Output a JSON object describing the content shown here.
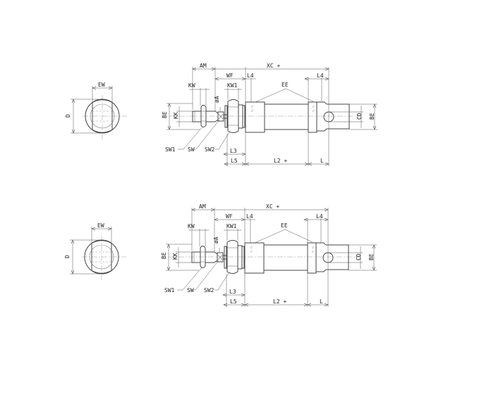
{
  "drawings": [
    {
      "id": "top",
      "end_view_labels": {
        "ew": "EW",
        "d": "D"
      },
      "side_view_labels": {
        "am": "AM",
        "xc": "XC +",
        "wf": "WF",
        "l4_front": "L4",
        "l4_rear": "L4",
        "kw": "KW",
        "kw1": "KW1",
        "ee": "EE",
        "phi_a": "øA",
        "be_left": "BE",
        "kk": "KK",
        "cd": "CD",
        "be_right": "BE",
        "sw1": "SW1",
        "sw": "SW",
        "sw2": "SW2",
        "l3": "L3",
        "l5": "L5",
        "l2": "L2 +",
        "l": "L"
      }
    },
    {
      "id": "bottom",
      "end_view_labels": {
        "ew": "EW",
        "d": "D"
      },
      "side_view_labels": {
        "am": "AM",
        "xc": "XC +",
        "wf": "WF",
        "l4_front": "L4",
        "l4_rear": "L4",
        "kw": "KW",
        "kw1": "KW1",
        "ee": "EE",
        "phi_a": "øA",
        "be_left": "BE",
        "kk": "KK",
        "cd": "CD",
        "be_right": "BE",
        "sw1": "SW1",
        "sw": "SW",
        "sw2": "SW2",
        "l3": "L3",
        "l5": "L5",
        "l2": "L2 +",
        "l": "L"
      }
    }
  ],
  "colors": {
    "line": "#444444",
    "dimension": "#555555",
    "centerline": "#999999",
    "background": "#ffffff"
  }
}
